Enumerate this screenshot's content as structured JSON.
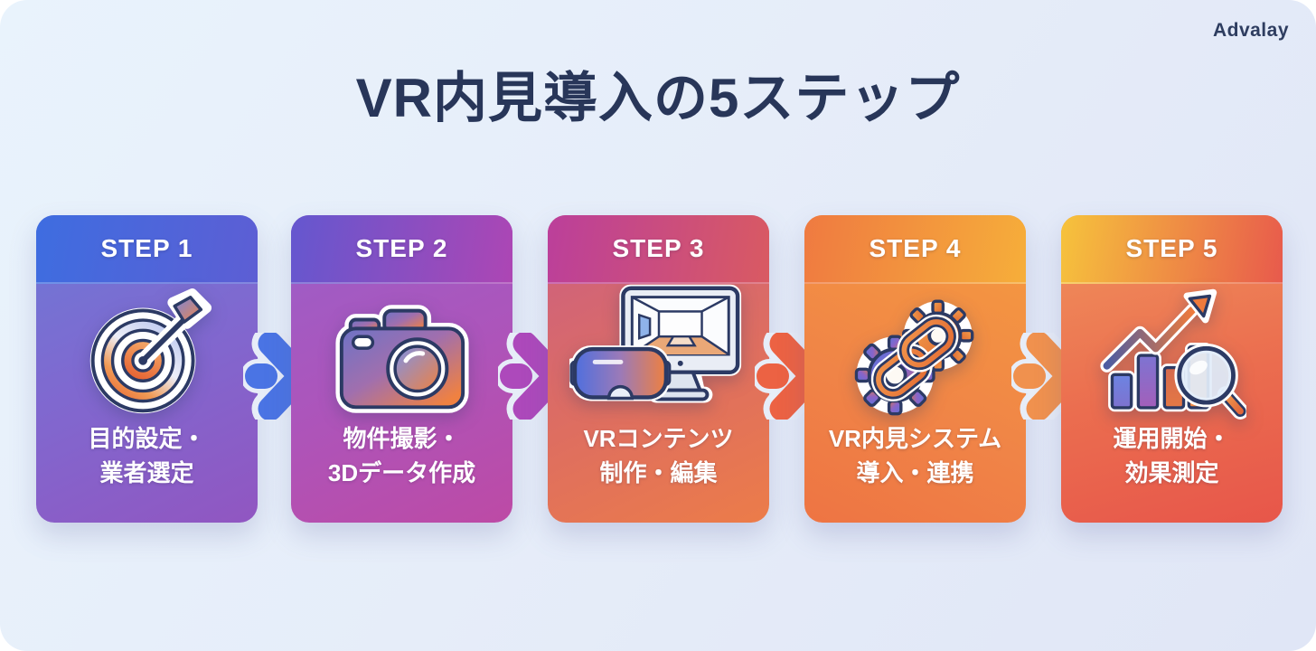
{
  "header": {
    "title": "VR内見導入の5ステップ",
    "brand": "Advalay"
  },
  "steps": [
    {
      "label": "STEP 1",
      "line1": "目的設定・",
      "line2": "業者選定",
      "icon": "target-dart-icon"
    },
    {
      "label": "STEP 2",
      "line1": "物件撮影・",
      "line2": "3Dデータ作成",
      "icon": "camera-icon"
    },
    {
      "label": "STEP 3",
      "line1": "VRコンテンツ",
      "line2": "制作・編集",
      "icon": "vr-headset-monitor-icon"
    },
    {
      "label": "STEP 4",
      "line1": "VR内見システム",
      "line2": "導入・連携",
      "icon": "gears-chain-link-icon"
    },
    {
      "label": "STEP 5",
      "line1": "運用開始・",
      "line2": "効果測定",
      "icon": "growth-chart-magnifier-icon"
    }
  ],
  "colors": {
    "title_text": "#283659",
    "step_text": "#ffffff",
    "background_top": "#e9f3fc",
    "background_bottom": "#e0e6f6",
    "card1_band": "#4f66d6",
    "card1_body": "#8a5ec6",
    "card2_band": "#8b4fc2",
    "card2_body": "#b250ab",
    "card3_band": "#c04594",
    "card3_body": "#e9794b",
    "card4_band": "#f3943e",
    "card4_body": "#ef7c43",
    "card5_band": "#f3c341",
    "card5_body": "#e75c49",
    "arrow1": "#4a74e4",
    "arrow2": "#ad49bb",
    "arrow3": "#ec6243",
    "arrow4": "#f0914e",
    "icon_outline": "#2c3a64",
    "icon_sticker": "#ffffff"
  }
}
